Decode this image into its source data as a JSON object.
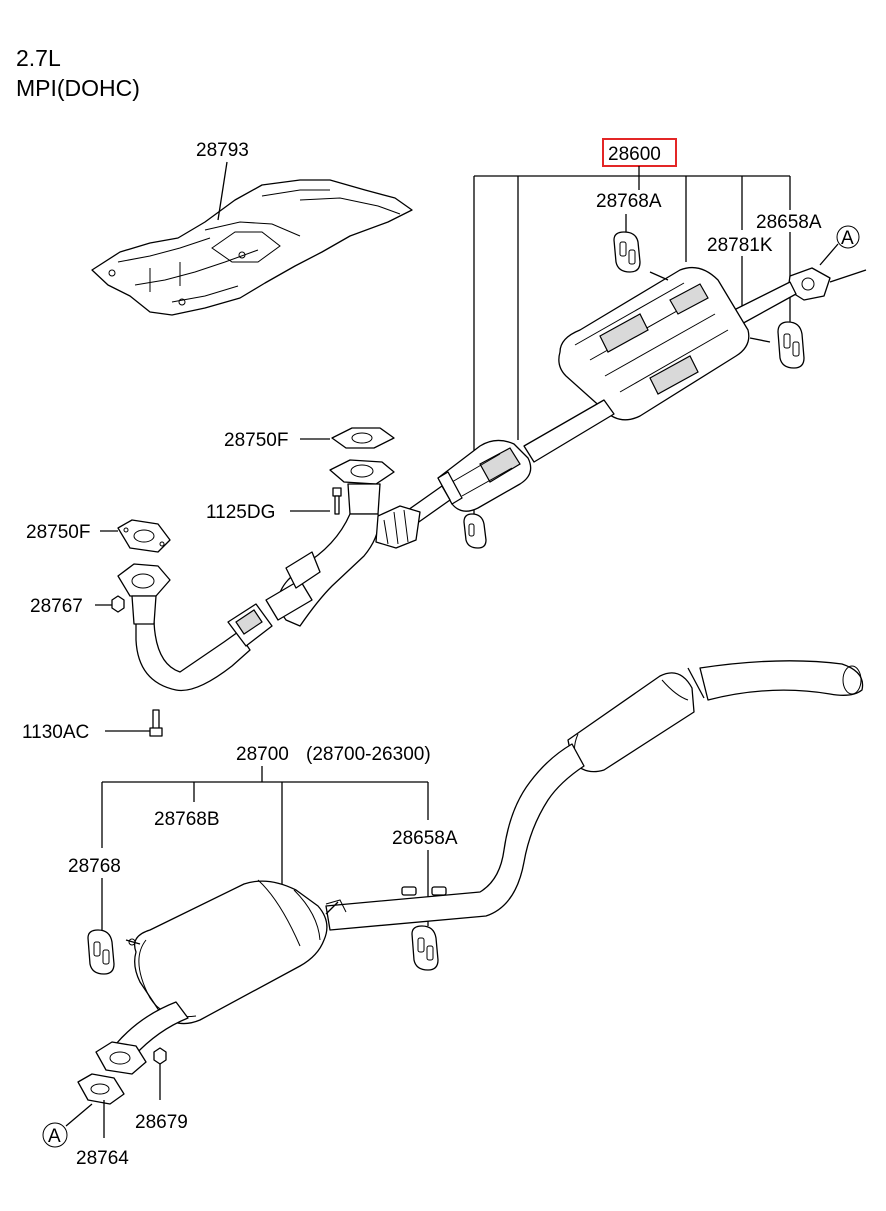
{
  "header": {
    "engine_size": "2.7L",
    "engine_type": "MPI(DOHC)"
  },
  "highlight_color": "#e32626",
  "ref_marker": "A",
  "parts": {
    "p28793": "28793",
    "p28600": "28600",
    "p28768A": "28768A",
    "p28658A_top": "28658A",
    "p28781K": "28781K",
    "p28750F_top": "28750F",
    "p1125DG": "1125DG",
    "p28750F_left": "28750F",
    "p28767": "28767",
    "p1130AC": "1130AC",
    "p28700": "28700",
    "p28700_alt": "(28700-26300)",
    "p28768B": "28768B",
    "p28768": "28768",
    "p28658A_bottom": "28658A",
    "p28679": "28679",
    "p28764": "28764"
  }
}
